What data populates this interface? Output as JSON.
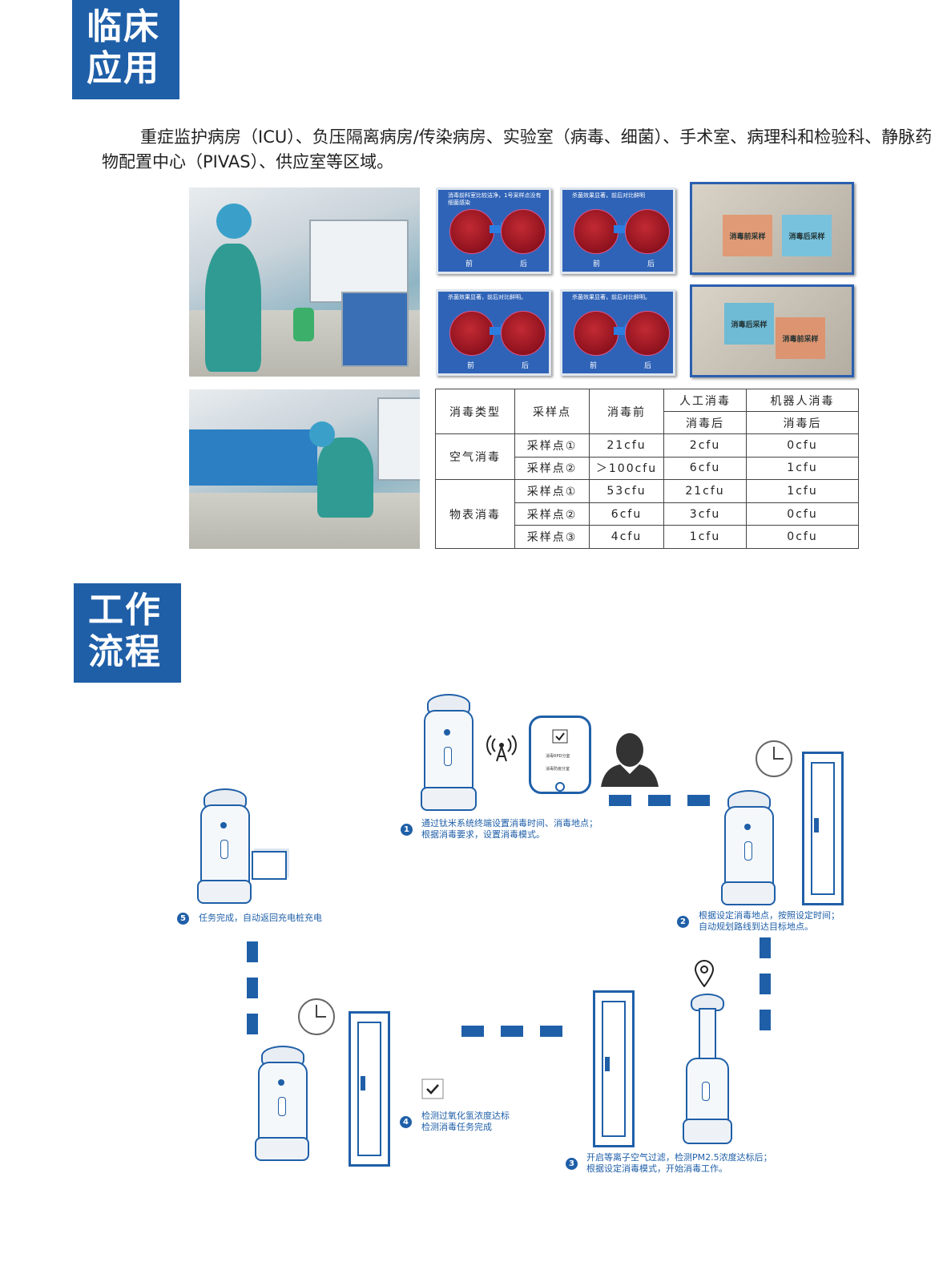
{
  "section1": {
    "line1": "临床",
    "line2": "应用"
  },
  "intro": "重症监护病房（ICU）、负压隔离病房/传染病房、实验室（病毒、细菌）、手术室、病理科和检验科、静脉药物配置中心（PIVAS）、供应室等区域。",
  "panels": [
    {
      "caption": "消毒前科室比较洁净，1号采样点没有细菌感染",
      "before": "前",
      "after": "后"
    },
    {
      "caption": "杀菌效果显著，前后对比鲜明",
      "before": "前",
      "after": "后"
    },
    {
      "caption": "杀菌效果显著，前后对比鲜明。",
      "before": "前",
      "after": "后"
    },
    {
      "caption": "杀菌效果显著，前后对比鲜明。",
      "before": "前",
      "after": "后"
    }
  ],
  "surfaces": [
    {
      "left": "消毒前采样",
      "right": "消毒后采样"
    },
    {
      "left": "消毒后采样",
      "right": "消毒前采样"
    }
  ],
  "table": {
    "h_type": "消毒类型",
    "h_point": "采样点",
    "h_before": "消毒前",
    "h_manual": "人工消毒",
    "h_robot": "机器人消毒",
    "h_after": "消毒后",
    "group_air": "空气消毒",
    "group_surface": "物表消毒",
    "rows": [
      {
        "point": "采样点①",
        "before": "21cfu",
        "manual": "2cfu",
        "robot": "0cfu"
      },
      {
        "point": "采样点②",
        "before": "＞100cfu",
        "manual": "6cfu",
        "robot": "1cfu"
      },
      {
        "point": "采样点①",
        "before": "53cfu",
        "manual": "21cfu",
        "robot": "1cfu"
      },
      {
        "point": "采样点②",
        "before": "6cfu",
        "manual": "3cfu",
        "robot": "0cfu"
      },
      {
        "point": "采样点③",
        "before": "4cfu",
        "manual": "1cfu",
        "robot": "0cfu"
      }
    ]
  },
  "section2": {
    "line1": "工作",
    "line2": "流程"
  },
  "tablet": {
    "item1": "消毒RPD分室",
    "item2": "消毒防疫分室"
  },
  "steps": [
    {
      "n": "1",
      "l1": "通过钛米系统终端设置消毒时间、消毒地点；",
      "l2": "根据消毒要求，设置消毒模式。"
    },
    {
      "n": "2",
      "l1": "根据设定消毒地点，按照设定时间；",
      "l2": "自动规划路线到达目标地点。"
    },
    {
      "n": "3",
      "l1": "开启等离子空气过滤，检测PM2.5浓度达标后；",
      "l2": "根据设定消毒模式，开始消毒工作。"
    },
    {
      "n": "4",
      "l1": "检测过氧化氢浓度达标",
      "l2": "检测消毒任务完成"
    },
    {
      "n": "5",
      "l1": "任务完成，自动返回充电桩充电",
      "l2": ""
    }
  ],
  "colors": {
    "brand": "#1f5fa8"
  }
}
